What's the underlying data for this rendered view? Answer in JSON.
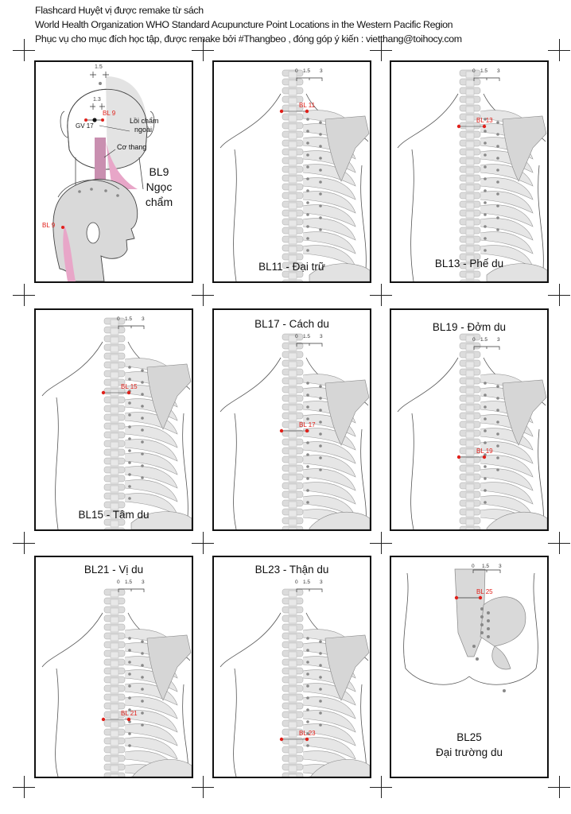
{
  "header": {
    "line1": "Flashcard Huyệt vị được remake từ sách",
    "line2": "World Health Organization WHO Standard Acupuncture Point Locations in the Western Pacific Region",
    "line3": "Phục vụ cho mục đích học tập, được remake bởi #Thangbeo , đóng góp ý kiến : vietthang@toihocy.com"
  },
  "scale": {
    "s0": "0",
    "s1": "1.5",
    "s2": "3"
  },
  "card_bl9": {
    "title_code": "BL9",
    "title_name1": "Ngọc",
    "title_name2": "chẩm",
    "dim_top": "1.5",
    "dim_mid": "1.3",
    "point_label": "BL 9",
    "gv_label": "GV 17",
    "occipital_label1": "Lồi chẩm",
    "occipital_label2": "ngoài",
    "muscle_label": "Cơ thang",
    "side_point_label": "BL 9"
  },
  "cards": [
    {
      "title": "BL11 - Đại trữ",
      "point_label": "BL 11"
    },
    {
      "title": "BL13 - Phế du",
      "point_label": "BL 13"
    },
    {
      "title": "BL15 - Tâm du",
      "point_label": "BL 15"
    },
    {
      "title": "BL17 - Cách du",
      "point_label": "BL 17"
    },
    {
      "title": "BL19 - Đởm du",
      "point_label": "BL 19"
    },
    {
      "title": "BL21 - Vị du",
      "point_label": "BL 21"
    },
    {
      "title": "BL23 - Thận du",
      "point_label": "BL 23"
    }
  ],
  "card_bl25": {
    "title_code": "BL25",
    "title_name": "Đại trường du",
    "point_label": "BL 25"
  },
  "colors": {
    "point": "#e0201a",
    "bone": "#d9d9d9",
    "muscle": "#e8a6c8",
    "border": "#111111"
  }
}
